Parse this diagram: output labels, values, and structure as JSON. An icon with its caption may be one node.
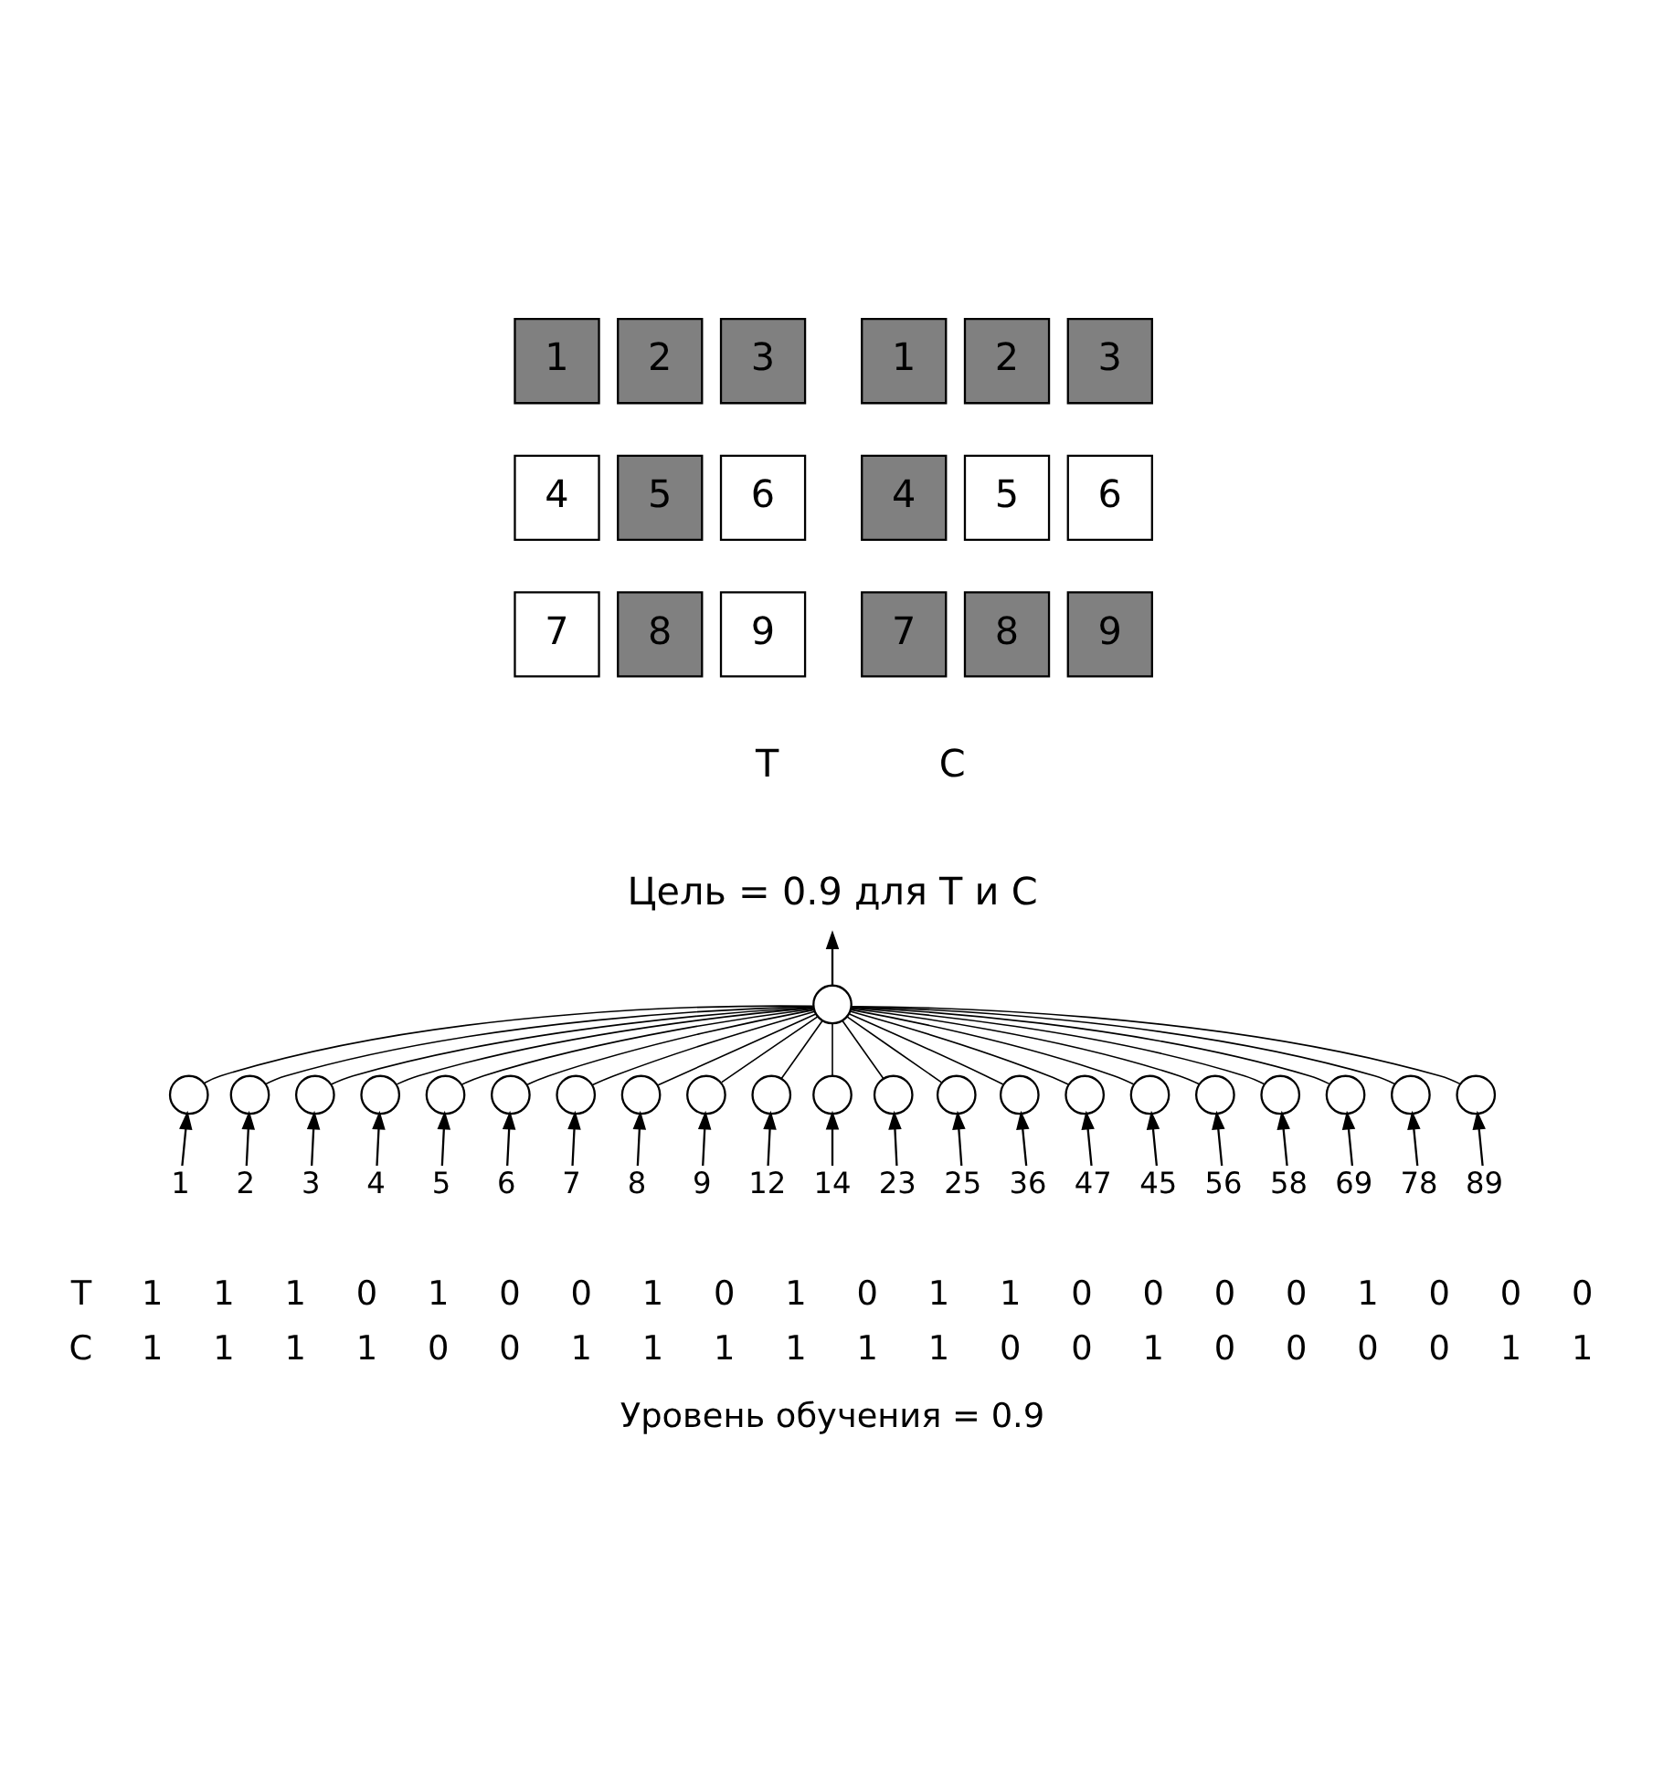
{
  "diagram": {
    "caption": "Уровень обучения = 0.9",
    "nodes": [
      {
        "text": [
          "1"
        ]
      },
      {
        "text": [
          "2"
        ]
      },
      {
        "text": [
          "3"
        ]
      },
      {
        "text": [
          "4"
        ]
      },
      {
        "text": [
          "5"
        ]
      },
      {
        "text": [
          "6"
        ]
      },
      {
        "text": [
          "7"
        ]
      },
      {
        "text": [
          "8"
        ]
      },
      {
        "text": [
          "9"
        ]
      },
      {
        "text": [
          "1"
        ]
      },
      {
        "text": [
          "2"
        ]
      },
      {
        "text": [
          "3"
        ]
      },
      {
        "text": [
          "4"
        ]
      },
      {
        "text": [
          "5"
        ]
      },
      {
        "text": [
          "6"
        ]
      },
      {
        "text": [
          "7"
        ]
      },
      {
        "text": [
          "8"
        ]
      },
      {
        "text": [
          "9"
        ]
      },
      {
        "text": [
          "Цель = 0.9 для T и C"
        ]
      },
      {
        "text": [],
        "shape": "circle"
      },
      {
        "text": [],
        "shape": "circle"
      },
      {
        "text": [],
        "shape": "circle"
      },
      {
        "text": [],
        "shape": "circle"
      },
      {
        "text": [],
        "shape": "circle"
      },
      {
        "text": [],
        "shape": "circle"
      },
      {
        "text": [],
        "shape": "circle"
      },
      {
        "text": [],
        "shape": "circle"
      },
      {
        "text": [],
        "shape": "circle"
      },
      {
        "text": [],
        "shape": "circle"
      },
      {
        "text": [],
        "shape": "circle"
      },
      {
        "text": [],
        "shape": "circle"
      },
      {
        "text": [],
        "shape": "circle"
      },
      {
        "text": [],
        "shape": "circle"
      },
      {
        "text": [],
        "shape": "circle"
      },
      {
        "text": [],
        "shape": "circle"
      },
      {
        "text": [],
        "shape": "circle"
      },
      {
        "text": [],
        "shape": "circle"
      },
      {
        "text": [],
        "shape": "circle"
      },
      {
        "text": [],
        "shape": "circle"
      },
      {
        "text": [],
        "shape": "circle"
      },
      {
        "text": [],
        "shape": "circle"
      },
      {
        "text": [
          "1"
        ]
      },
      {
        "text": [
          "2"
        ]
      },
      {
        "text": [
          "3"
        ]
      },
      {
        "text": [
          "4"
        ]
      },
      {
        "text": [
          "5"
        ]
      },
      {
        "text": [
          "6"
        ]
      },
      {
        "text": [
          "7"
        ]
      },
      {
        "text": [
          "8"
        ]
      },
      {
        "text": [
          "9"
        ]
      },
      {
        "text": [
          "12"
        ]
      },
      {
        "text": [
          "14"
        ]
      },
      {
        "text": [
          "23"
        ]
      },
      {
        "text": [
          "25"
        ]
      },
      {
        "text": [
          "36"
        ]
      },
      {
        "text": [
          "47"
        ]
      },
      {
        "text": [
          "45"
        ]
      },
      {
        "text": [
          "56"
        ]
      },
      {
        "text": [
          "58"
        ]
      },
      {
        "text": [
          "69"
        ]
      },
      {
        "text": [
          "78"
        ]
      },
      {
        "text": [
          "89"
        ]
      }
    ],
    "edges": [
      {
        "from": 19,
        "to": 18,
        "arrow": "to"
      },
      {
        "from": 20,
        "to": 19,
        "arrow": "none"
      },
      {
        "from": 21,
        "to": 19,
        "arrow": "none"
      },
      {
        "from": 22,
        "to": 19,
        "arrow": "none"
      },
      {
        "from": 23,
        "to": 19,
        "arrow": "none"
      },
      {
        "from": 24,
        "to": 19,
        "arrow": "none"
      },
      {
        "from": 25,
        "to": 19,
        "arrow": "none"
      },
      {
        "from": 26,
        "to": 19,
        "arrow": "none"
      },
      {
        "from": 27,
        "to": 19,
        "arrow": "none"
      },
      {
        "from": 28,
        "to": 19,
        "arrow": "none"
      },
      {
        "from": 29,
        "to": 19,
        "arrow": "none"
      },
      {
        "from": 30,
        "to": 19,
        "arrow": "none"
      },
      {
        "from": 31,
        "to": 19,
        "arrow": "none"
      },
      {
        "from": 32,
        "to": 19,
        "arrow": "none"
      },
      {
        "from": 33,
        "to": 19,
        "arrow": "none"
      },
      {
        "from": 34,
        "to": 19,
        "arrow": "none"
      },
      {
        "from": 35,
        "to": 19,
        "arrow": "none"
      },
      {
        "from": 36,
        "to": 19,
        "arrow": "none"
      },
      {
        "from": 37,
        "to": 19,
        "arrow": "none"
      },
      {
        "from": 38,
        "to": 19,
        "arrow": "none"
      },
      {
        "from": 39,
        "to": 19,
        "arrow": "none"
      },
      {
        "from": 40,
        "to": 19,
        "arrow": "none"
      },
      {
        "from": 41,
        "to": 20,
        "arrow": "to"
      },
      {
        "from": 42,
        "to": 21,
        "arrow": "to"
      },
      {
        "from": 43,
        "to": 22,
        "arrow": "to"
      },
      {
        "from": 44,
        "to": 23,
        "arrow": "to"
      },
      {
        "from": 45,
        "to": 24,
        "arrow": "to"
      },
      {
        "from": 46,
        "to": 25,
        "arrow": "to"
      },
      {
        "from": 47,
        "to": 26,
        "arrow": "to"
      },
      {
        "from": 48,
        "to": 27,
        "arrow": "to"
      },
      {
        "from": 49,
        "to": 28,
        "arrow": "to"
      },
      {
        "from": 50,
        "to": 29,
        "arrow": "to"
      },
      {
        "from": 51,
        "to": 30,
        "arrow": "to"
      },
      {
        "from": 52,
        "to": 31,
        "arrow": "to"
      },
      {
        "from": 53,
        "to": 32,
        "arrow": "to"
      },
      {
        "from": 54,
        "to": 33,
        "arrow": "to"
      },
      {
        "from": 55,
        "to": 34,
        "arrow": "to"
      },
      {
        "from": 56,
        "to": 35,
        "arrow": "to"
      },
      {
        "from": 57,
        "to": 36,
        "arrow": "to"
      },
      {
        "from": 58,
        "to": 37,
        "arrow": "to"
      },
      {
        "from": 59,
        "to": 38,
        "arrow": "to"
      },
      {
        "from": 60,
        "to": 39,
        "arrow": "to"
      },
      {
        "from": 61,
        "to": 40,
        "arrow": "to"
      }
    ],
    "labels": [
      "T",
      "C",
      "T",
      "1",
      "1",
      "1",
      "0",
      "1",
      "0",
      "0",
      "1",
      "0",
      "1",
      "0",
      "1",
      "1",
      "0",
      "0",
      "0",
      "0",
      "1",
      "0",
      "0",
      "0",
      "C",
      "1",
      "1",
      "1",
      "1",
      "0",
      "0",
      "1",
      "1",
      "1",
      "1",
      "1",
      "1",
      "0",
      "0",
      "1",
      "0",
      "0",
      "0",
      "0",
      "1",
      "1"
    ]
  }
}
